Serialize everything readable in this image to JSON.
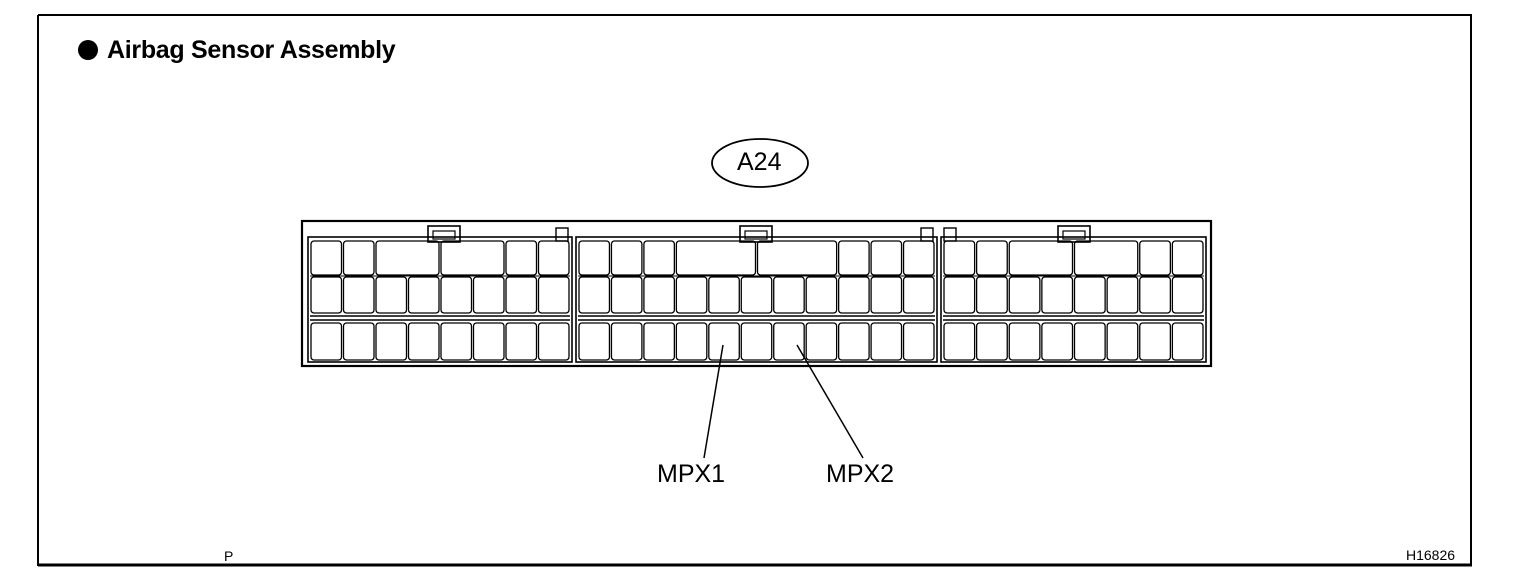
{
  "header": {
    "title": "Airbag Sensor Assembly",
    "bullet_icon": "filled-circle-icon"
  },
  "connector": {
    "code": "A24"
  },
  "callouts": [
    {
      "label": "MPX1"
    },
    {
      "label": "MPX2"
    }
  ],
  "footer": {
    "left_mark": "P",
    "figure_id": "H16826"
  }
}
